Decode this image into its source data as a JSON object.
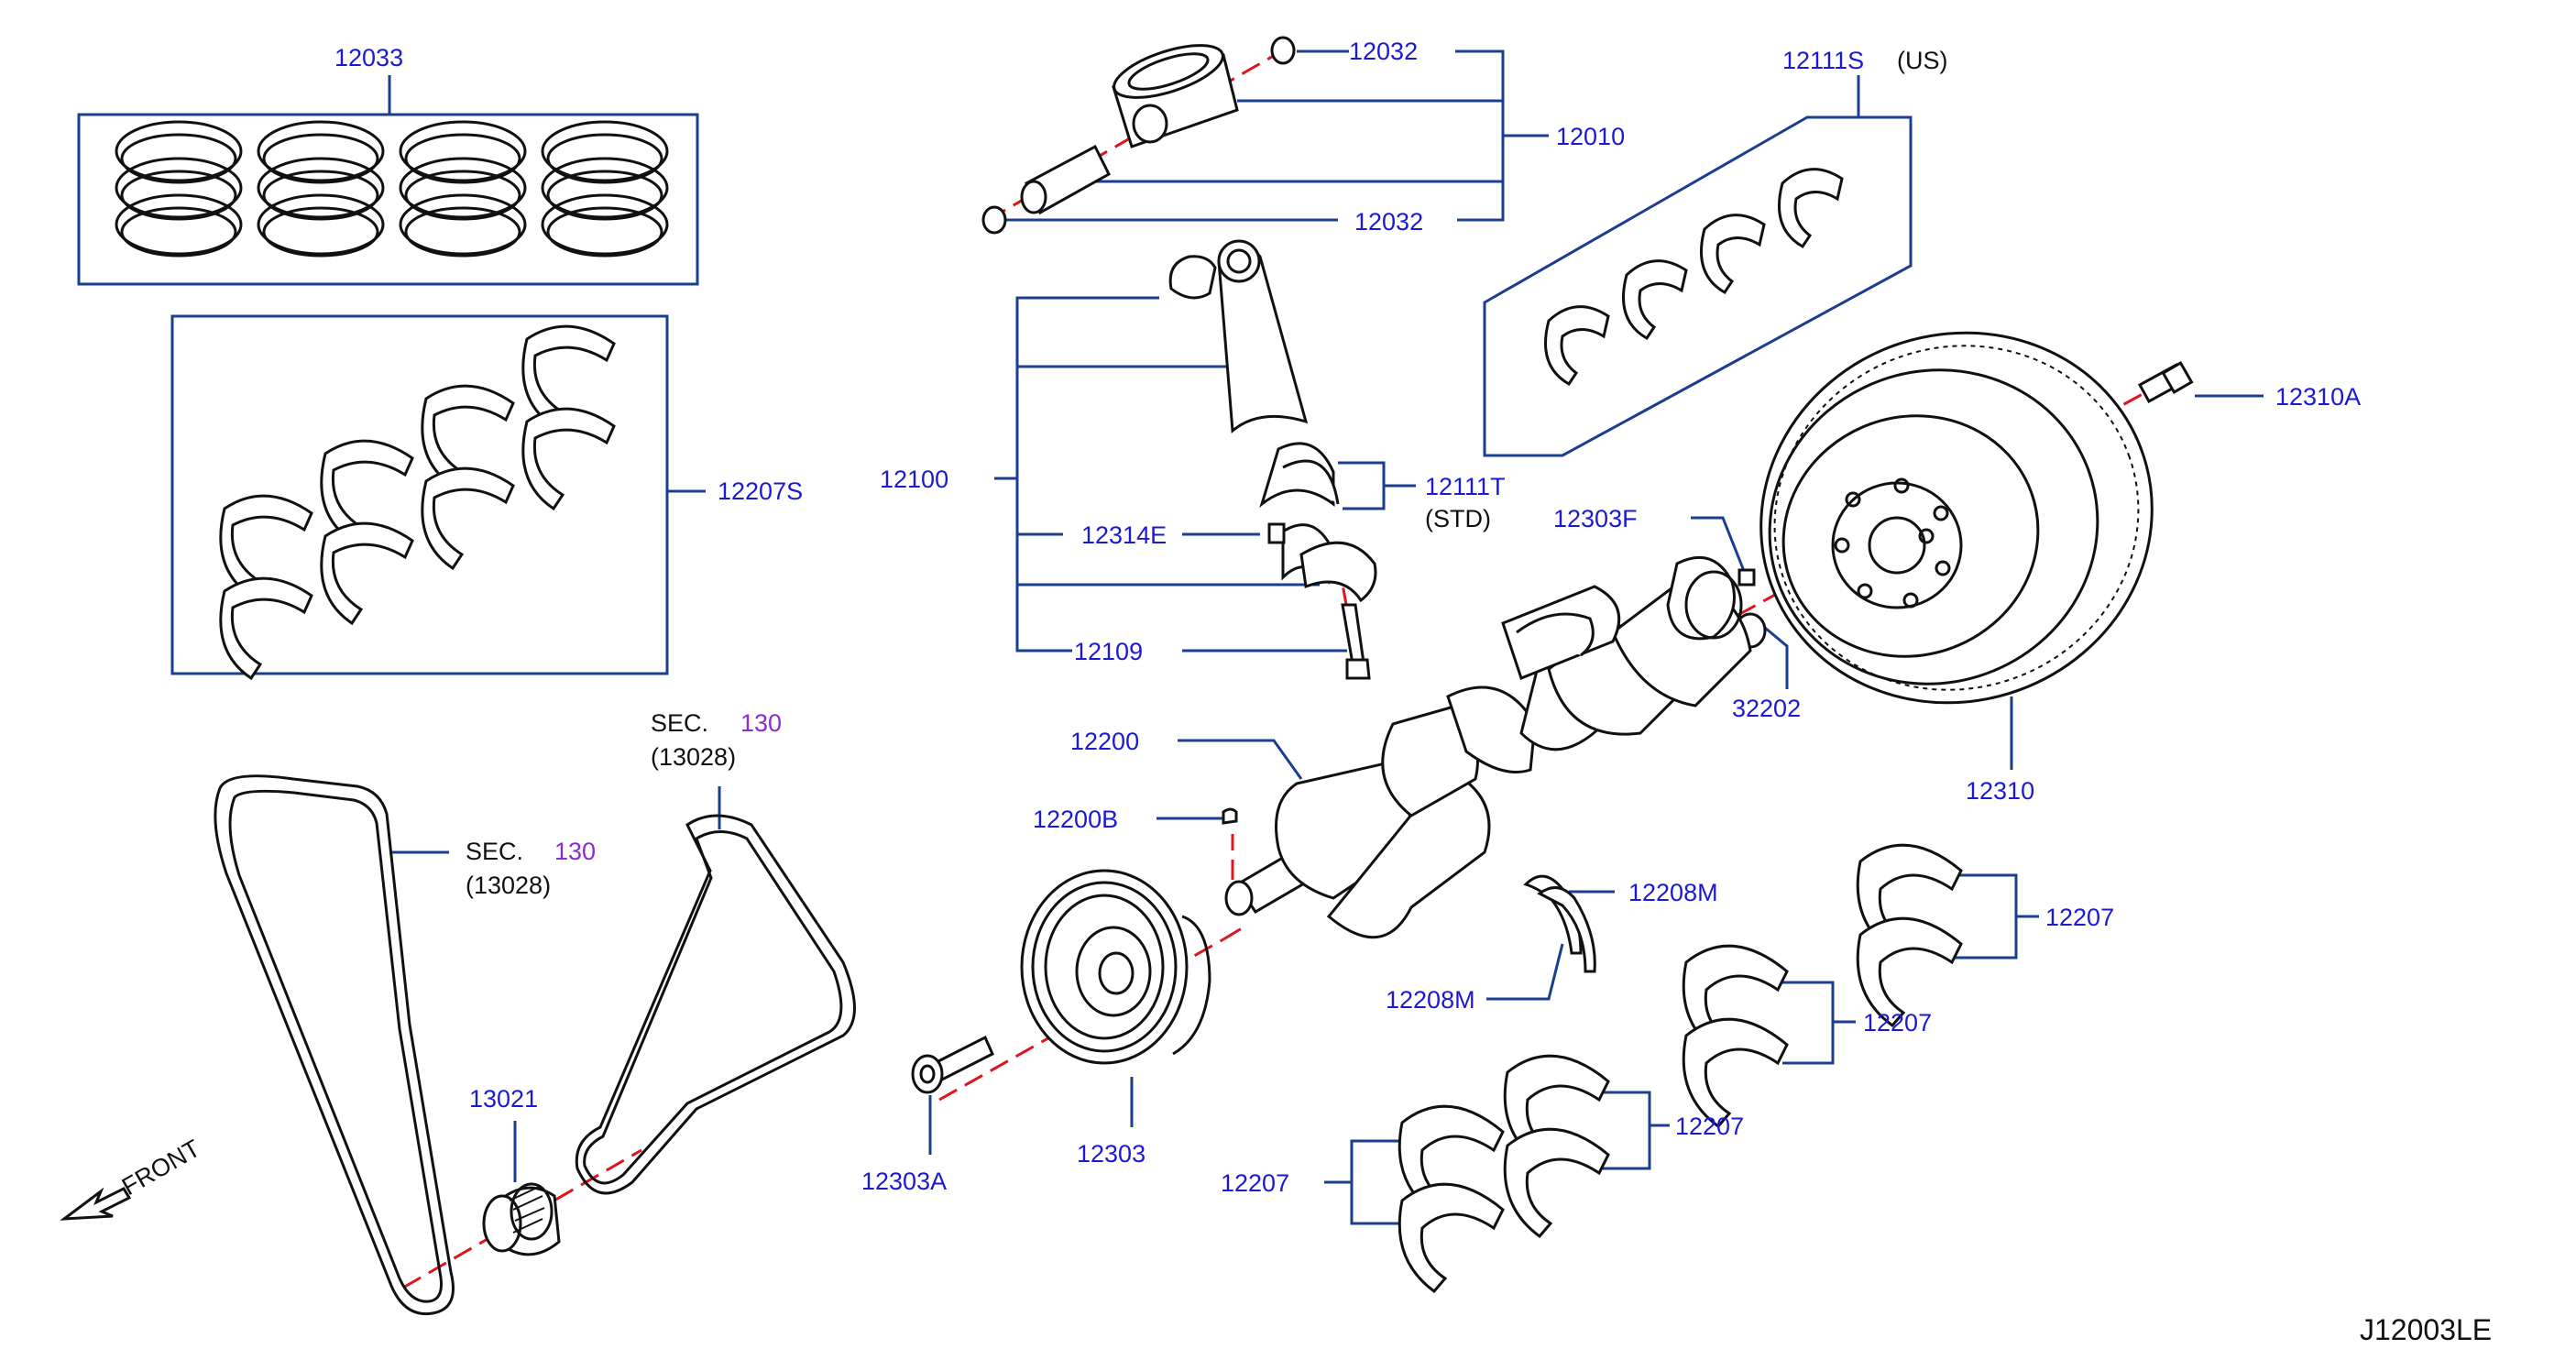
{
  "diagram_code": "J12003LE",
  "front_label": "FRONT",
  "accent_color": "#1a1ad6",
  "leader_color": "#1b3e8f",
  "axis_color": "#e0141e",
  "section_highlight_color": "#8b2bd6",
  "labels": {
    "p12033": "12033",
    "p12032a": "12032",
    "p12032b": "12032",
    "p12010": "12010",
    "p12111S": "12111S",
    "p12111S_note": "(US)",
    "p12207S": "12207S",
    "p12100": "12100",
    "p12111T": "12111T",
    "p12111T_note": "(STD)",
    "p12314E": "12314E",
    "p12109": "12109",
    "p12310A": "12310A",
    "p12303F": "12303F",
    "p32202": "32202",
    "p12310": "12310",
    "p12200": "12200",
    "p12200B": "12200B",
    "p12208Ma": "12208M",
    "p12208Mb": "12208M",
    "p12207a": "12207",
    "p12207b": "12207",
    "p12207c": "12207",
    "p12207d": "12207",
    "p13021": "13021",
    "p12303A": "12303A",
    "p12303": "12303"
  },
  "section_refs": {
    "ref1_prefix": "SEC.",
    "ref1_num": "130",
    "ref1_sub": "(13028)",
    "ref2_prefix": "SEC.",
    "ref2_num": "130",
    "ref2_sub": "(13028)"
  }
}
